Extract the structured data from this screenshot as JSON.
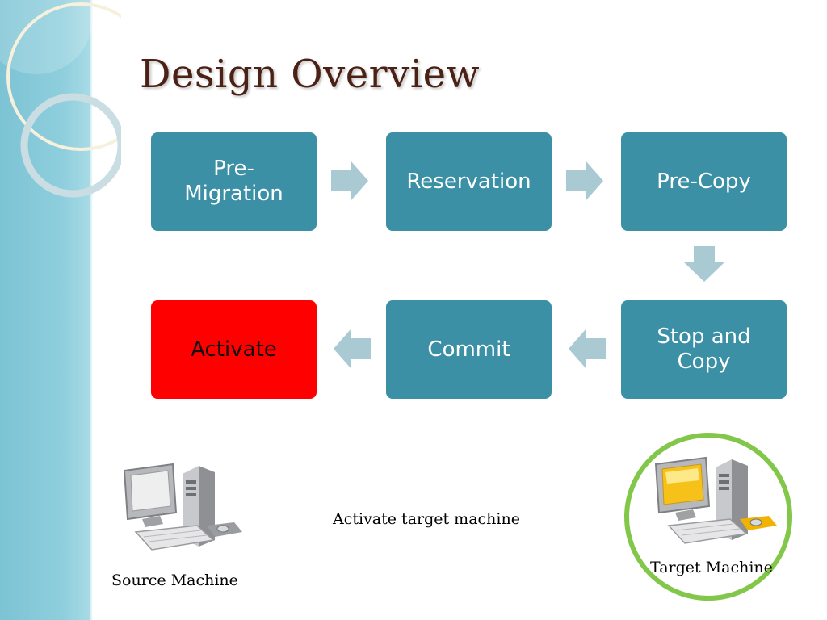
{
  "slide": {
    "title": "Design Overview",
    "accent_color": "#3b90a6",
    "active_color": "#ff0000"
  },
  "flow": {
    "steps": [
      {
        "label": "Pre-\nMigration"
      },
      {
        "label": "Reservation"
      },
      {
        "label": "Pre-Copy"
      },
      {
        "label": "Stop and Copy"
      },
      {
        "label": "Commit"
      },
      {
        "label": "Activate",
        "highlighted": true
      }
    ]
  },
  "caption": "Activate target machine",
  "source_machine": {
    "label": "Source Machine",
    "icon": "computer-icon"
  },
  "target_machine": {
    "label": "Target Machine",
    "icon": "computer-icon",
    "highlighted": true
  }
}
